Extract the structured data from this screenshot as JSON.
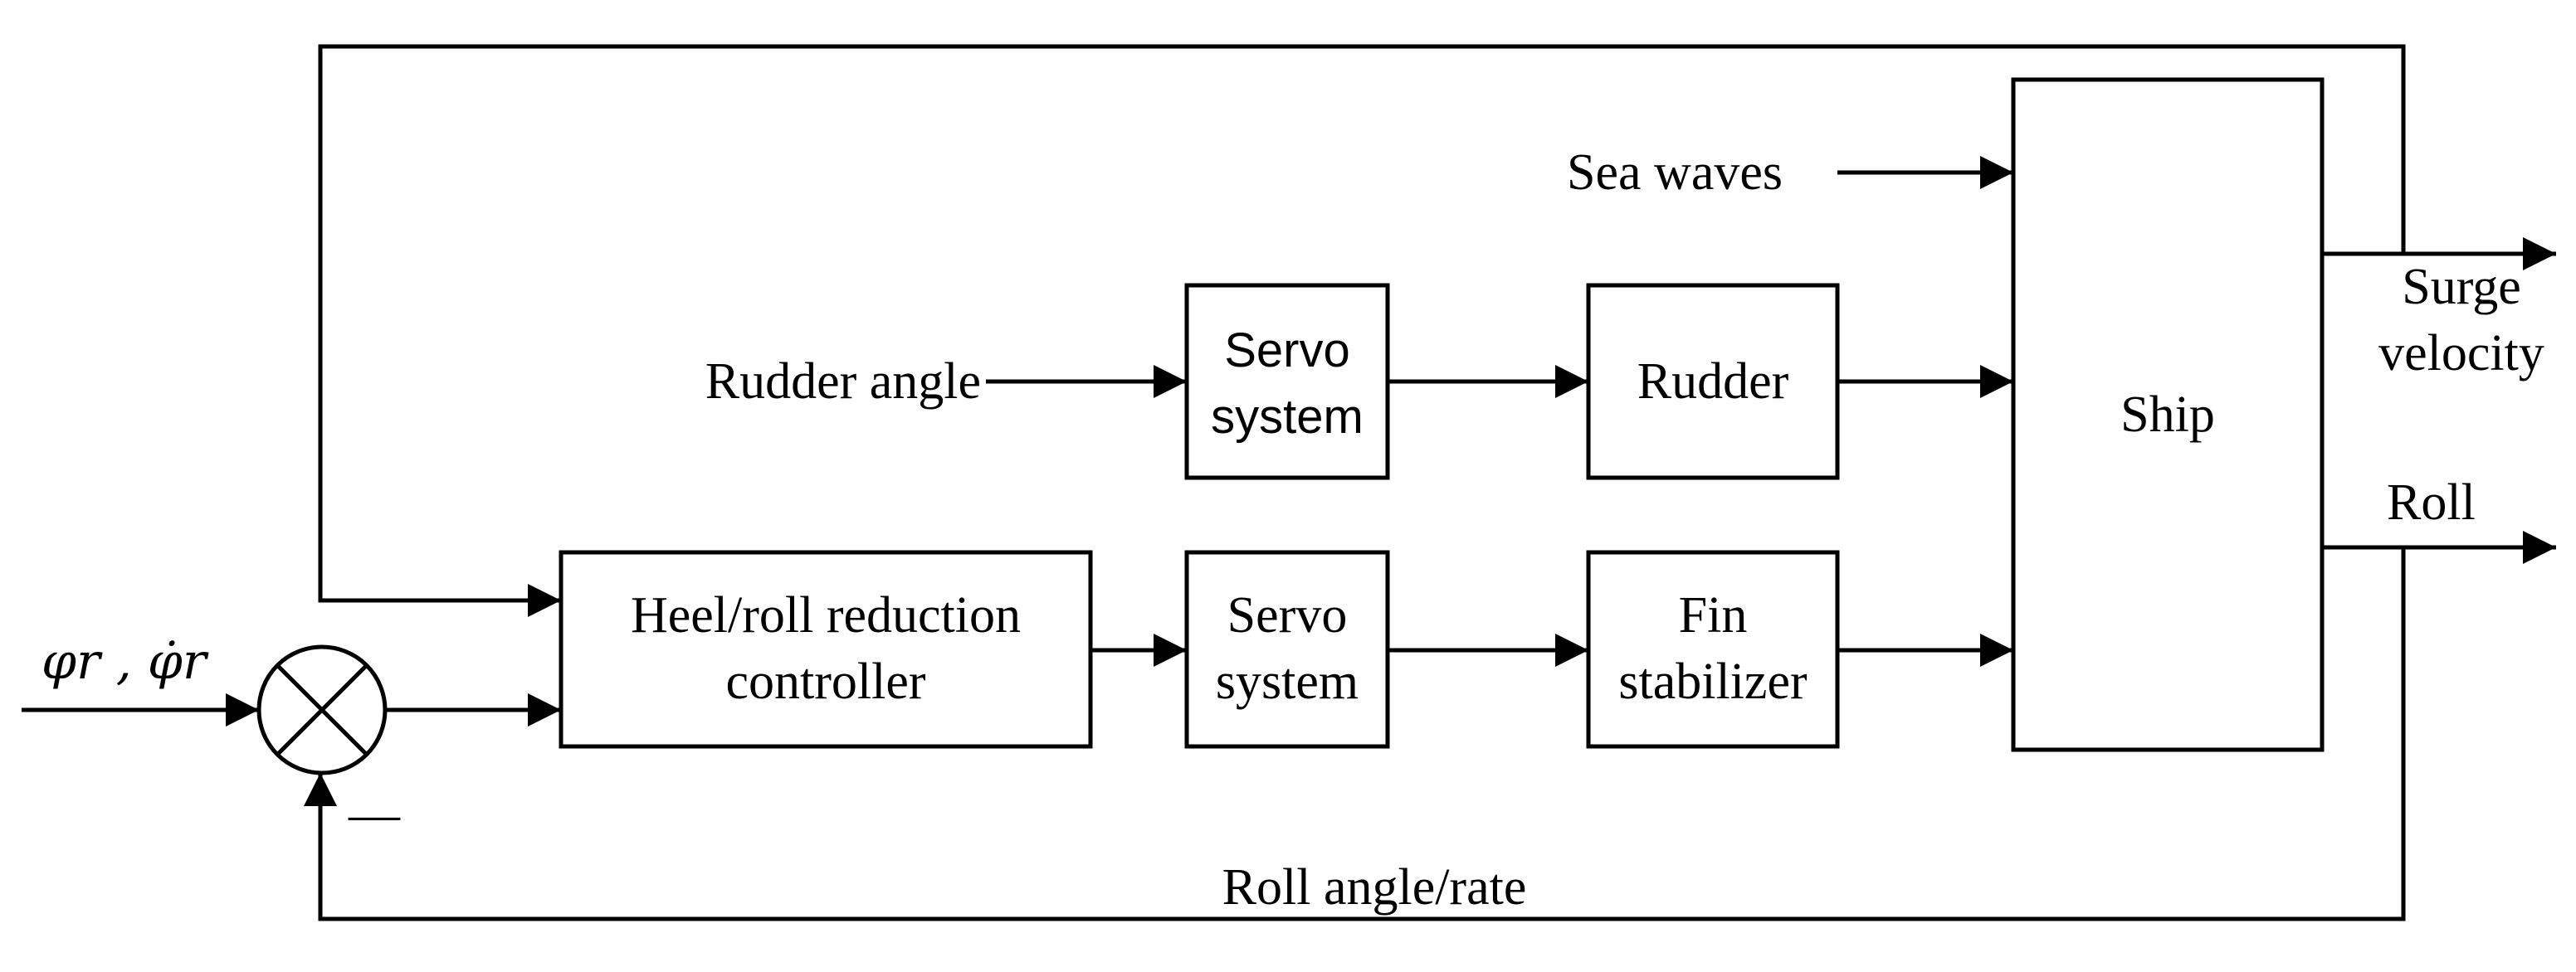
{
  "blocks": {
    "servo_top": [
      "Servo",
      "system"
    ],
    "rudder": "Rudder",
    "ship": "Ship",
    "controller": [
      "Heel/roll reduction",
      "controller"
    ],
    "servo_bottom": [
      "Servo",
      "system"
    ],
    "fin": [
      "Fin",
      "stabilizer"
    ]
  },
  "signals": {
    "sea_waves": "Sea waves",
    "rudder_angle": "Rudder angle",
    "surge_velocity": [
      "Surge",
      "velocity"
    ],
    "roll": "Roll",
    "roll_feedback": "Roll angle/rate",
    "reference": "φr , φ̇r",
    "minus_sign": "—"
  }
}
